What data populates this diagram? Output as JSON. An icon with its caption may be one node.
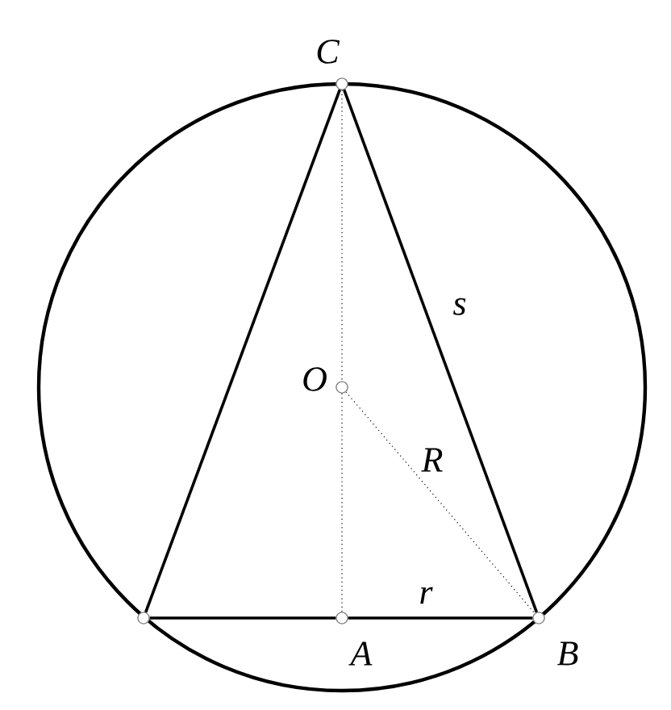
{
  "diagram": {
    "nodes": [
      {
        "text": [],
        "shape": "circle",
        "beside": [
          "C"
        ]
      },
      {
        "text": [],
        "shape": "circle",
        "beside": [
          "O"
        ]
      },
      {
        "text": [],
        "shape": "circle"
      },
      {
        "text": [],
        "shape": "circle",
        "beside": [
          "A"
        ]
      },
      {
        "text": [],
        "shape": "circle",
        "beside": [
          "B"
        ]
      }
    ],
    "edges": [
      {
        "from": 0,
        "to": 4,
        "arrow": "none",
        "label": "s"
      },
      {
        "from": 0,
        "to": 2,
        "arrow": "none"
      },
      {
        "from": 2,
        "to": 3,
        "arrow": "none"
      },
      {
        "from": 3,
        "to": 4,
        "arrow": "none",
        "label": "r"
      },
      {
        "from": 0,
        "to": 1,
        "arrow": "none",
        "style": "dashed"
      },
      {
        "from": 1,
        "to": 3,
        "arrow": "none",
        "style": "dashed"
      },
      {
        "from": 1,
        "to": 4,
        "arrow": "none",
        "style": "dashed",
        "label": "R"
      }
    ]
  }
}
